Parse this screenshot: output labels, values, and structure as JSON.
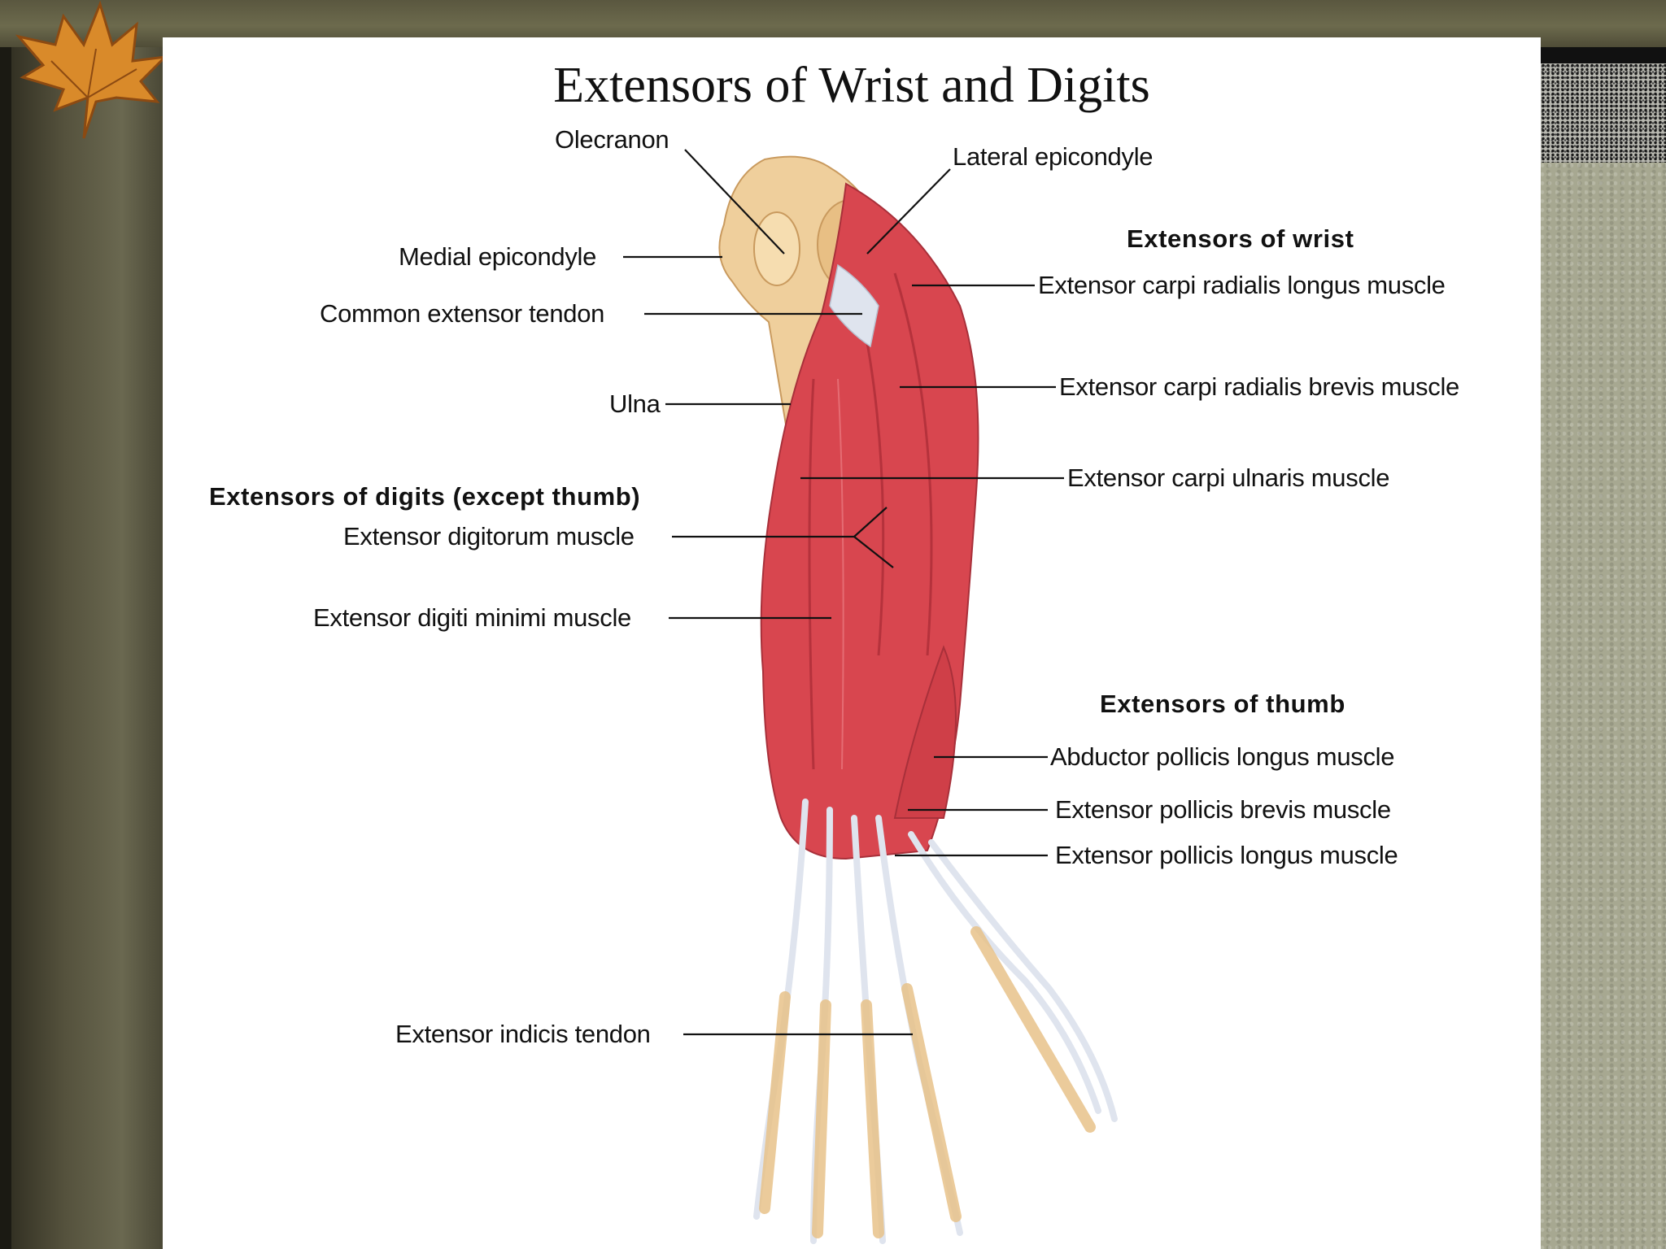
{
  "slide": {
    "title": "Extensors of Wrist and Digits"
  },
  "colors": {
    "muscle": "#d8464f",
    "muscle_dark": "#b5323c",
    "tendon": "#dfe4ee",
    "bone": "#efcf9c",
    "background_olive": "#5a573f",
    "slide_white": "#ffffff"
  },
  "icons": {
    "decoration": "maple-leaf-icon"
  },
  "groups": {
    "wrist": "Extensors of wrist",
    "digits": "Extensors of digits (except thumb)",
    "thumb": "Extensors of thumb"
  },
  "labels": {
    "olecranon": "Olecranon",
    "lateral_epicondyle": "Lateral epicondyle",
    "medial_epicondyle": "Medial epicondyle",
    "common_extensor_tendon": "Common extensor tendon",
    "ulna": "Ulna",
    "ecrl": "Extensor carpi radialis longus muscle",
    "ecrb": "Extensor carpi radialis brevis muscle",
    "ecu": "Extensor carpi ulnaris muscle",
    "extensor_digitorum": "Extensor digitorum muscle",
    "extensor_digiti_minimi": "Extensor digiti minimi muscle",
    "apl": "Abductor pollicis longus muscle",
    "epb": "Extensor pollicis brevis muscle",
    "epl": "Extensor pollicis longus muscle",
    "extensor_indicis": "Extensor indicis tendon"
  }
}
